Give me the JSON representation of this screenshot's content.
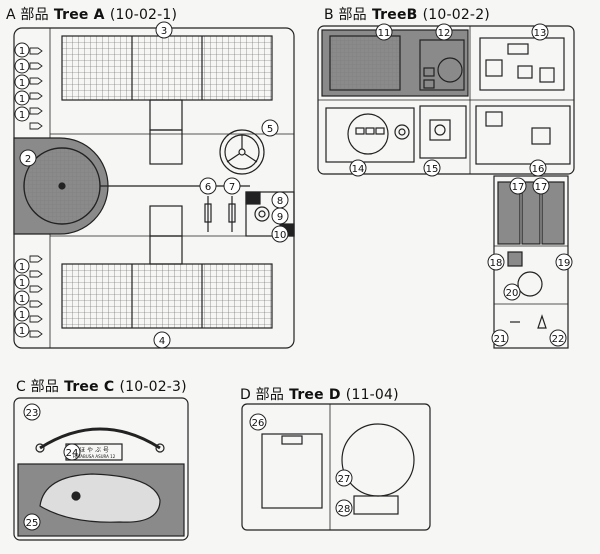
{
  "trees": {
    "a": {
      "prefix": "A 部品",
      "name": "Tree A",
      "code": "(10-02-1)"
    },
    "b": {
      "prefix": "B 部品",
      "name": "TreeB",
      "code": "(10-02-2)"
    },
    "c": {
      "prefix": "C 部品",
      "name": "Tree C",
      "code": "(10-02-3)"
    },
    "d": {
      "prefix": "D 部品",
      "name": "Tree D",
      "code": "(11-04)"
    }
  },
  "parts": [
    "1",
    "2",
    "3",
    "4",
    "5",
    "6",
    "7",
    "8",
    "9",
    "10",
    "11",
    "12",
    "13",
    "14",
    "15",
    "16",
    "17",
    "18",
    "19",
    "20",
    "21",
    "22",
    "23",
    "24",
    "25",
    "26",
    "27",
    "28"
  ],
  "plate_text": [
    "ほ や ぶ 号",
    "HAYABUSA ASURA 12"
  ],
  "colors": {
    "line": "#222222",
    "grey": "#8a8a8a",
    "grid": "#555555",
    "paper": "#f6f6f4"
  }
}
